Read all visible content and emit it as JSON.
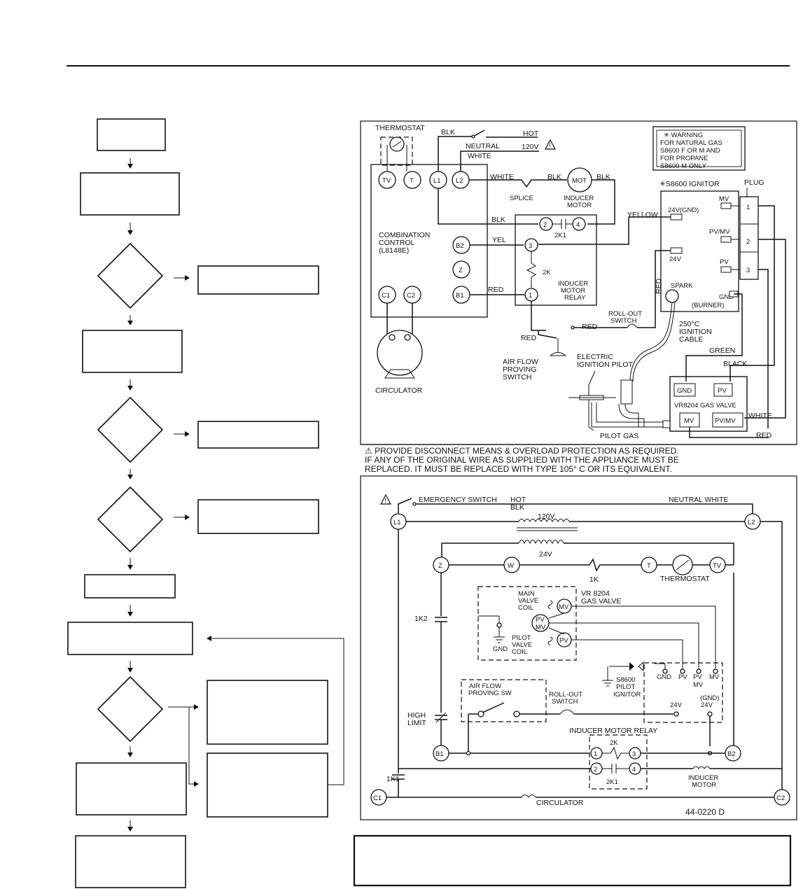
{
  "labels": {
    "thermostat": "THERMOSTAT",
    "blk": "BLK",
    "hot": "HOT",
    "neutral": "NEUTRAL",
    "v120": "120V",
    "white": "WHITE",
    "warn_star": "✳ WARNING",
    "warn_1": "FOR NATURAL GAS",
    "warn_2": "S8600 F OR M AND",
    "warn_3": "FOR PROPANE",
    "warn_4": "S8600 M ONLY",
    "tv": "TV",
    "t": "T",
    "l1": "L1",
    "l2": "L2",
    "mot": "MOT",
    "splice": "SPLICE",
    "inducer": "INDUCER",
    "motor": "MOTOR",
    "ignitor_title": "✳S8600 IGNITOR",
    "plug": "PLUG",
    "p1": "1",
    "p2": "2",
    "p3": "3",
    "yellow": "YELLOW",
    "v24gnd": "24V(GND)",
    "mv": "MV",
    "pvmv": "PV/MV",
    "v24": "24V",
    "pv": "PV",
    "combo_1": "COMBINATION",
    "combo_2": "CONTROL",
    "combo_3": "(L8148E)",
    "n2": "2",
    "n4": "4",
    "k2k1": "2K1",
    "b2": "B2",
    "yel": "YEL",
    "n3": "3",
    "red": "RED",
    "spark": "SPARK",
    "z": "Z",
    "k2": "2K",
    "imr_1": "INDUCER",
    "imr_2": "MOTOR",
    "imr_3": "RELAY",
    "gnd": "GND",
    "burner": "(BURNER)",
    "c1": "C1",
    "c2": "C2",
    "b1": "B1",
    "n1": "1",
    "rollout_1": "ROLL-OUT",
    "rollout_2": "SWITCH",
    "cable_1": "250°C",
    "cable_2": "IGNITION",
    "cable_3": "CABLE",
    "green": "GREEN",
    "black": "BLACK",
    "airflow_1": "AIR FLOW",
    "airflow_2": "PROVING",
    "airflow_3": "SWITCH",
    "pilot_1": "ELECTRIC",
    "pilot_2": "IGNITION PILOT",
    "circulator": "CIRCULATOR",
    "valve": "VR8204 GAS VALVE",
    "pilot_gas": "PILOT GAS",
    "note1": "⚠ PROVIDE DISCONNECT MEANS & OVERLOAD PROTECTION AS REQUIRED.",
    "note2": "IF ANY OF THE ORIGINAL WIRE AS SUPPLIED WITH THE APPLIANCE MUST BE",
    "note3": "REPLACED. IT MUST BE REPLACED WITH TYPE 105° C OR ITS EQUIVALENT.",
    "emergency": "EMERGENCY SWITCH",
    "hot2": "HOT",
    "blk2": "BLK",
    "neutral_white": "NEUTRAL WHITE",
    "v120b": "120V",
    "v24b": "24V",
    "w": "W",
    "k1": "1K",
    "thermostat2": "THERMOSTAT",
    "main_1": "MAIN",
    "main_2": "VALVE",
    "main_3": "COIL",
    "vr_1": "VR 8204",
    "vr_2": "GAS VALVE",
    "pvmv_top": "PV",
    "pvmv_bot": "MV",
    "k1k2": "1K2",
    "pilotv_1": "PILOT",
    "pilotv_2": "VALVE",
    "pilotv_3": "COIL",
    "ign_1": "S8600",
    "ign_2": "PILOT",
    "ign_3": "IGNITOR",
    "gnd2": "GND",
    "pv2": "PV",
    "mv2": "MV",
    "airsw_1": "AIR FLOW",
    "airsw_2": "PROVING SW",
    "rsw_1": "ROLL-OUT",
    "rsw_2": "SWITCH",
    "gnd24": "(GND)",
    "hl_1": "HIGH",
    "hl_2": "LIMIT",
    "imr_title": "INDUCER MOTOR RELAY",
    "k2b": "2K",
    "k2k1b": "2K1",
    "im_1": "INDUCER",
    "im_2": "MOTOR",
    "k1k1": "1K1",
    "drawing_no": "44-0220 D"
  }
}
